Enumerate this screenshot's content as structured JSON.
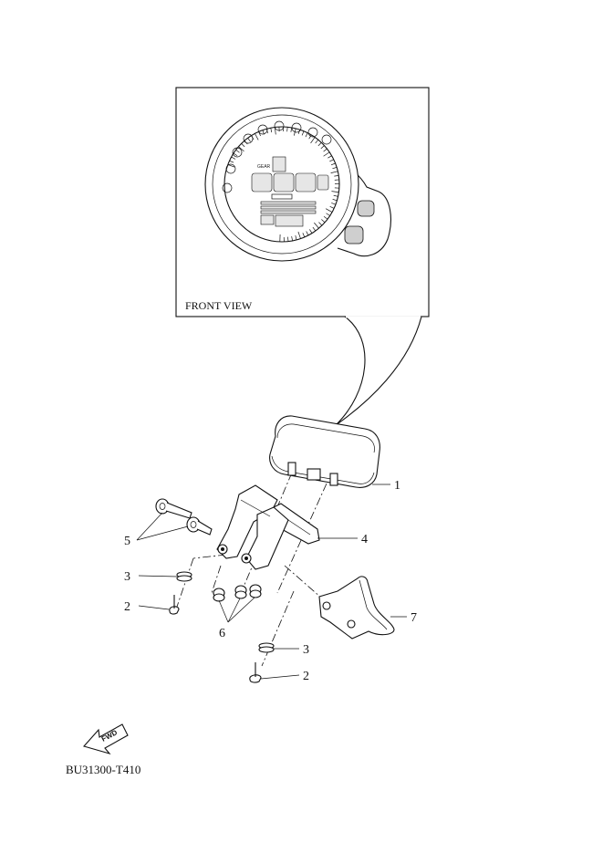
{
  "inset": {
    "caption": "FRONT VIEW",
    "gauge_gear_label": "GEAR"
  },
  "callouts": [
    {
      "id": "c1",
      "text": "1"
    },
    {
      "id": "c2a",
      "text": "2"
    },
    {
      "id": "c2b",
      "text": "2"
    },
    {
      "id": "c3a",
      "text": "3"
    },
    {
      "id": "c3b",
      "text": "3"
    },
    {
      "id": "c4",
      "text": "4"
    },
    {
      "id": "c5",
      "text": "5"
    },
    {
      "id": "c6",
      "text": "6"
    },
    {
      "id": "c7",
      "text": "7"
    }
  ],
  "fwd_label": "FWD",
  "figure_code": "BU31300-T410"
}
